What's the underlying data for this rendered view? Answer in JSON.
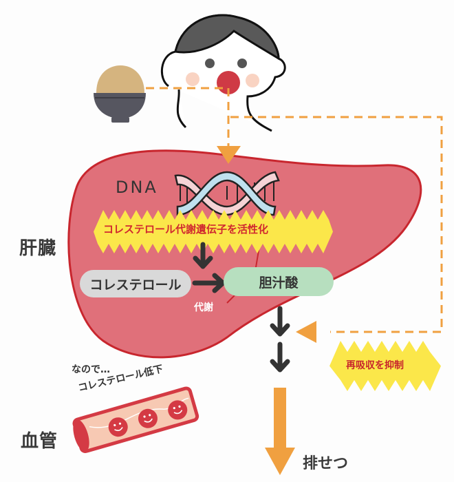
{
  "diagram": {
    "labels": {
      "liver": "肝臓",
      "blood_vessel": "血管",
      "dna": "DNA",
      "gene_activation": "コレステロール代謝遺伝子を活性化",
      "cholesterol": "コレステロール",
      "bile_acid": "胆汁酸",
      "metabolism": "代謝",
      "suppress_reabsorption": "再吸収を抑制",
      "therefore": "なので…",
      "cholesterol_lowered": "コレステロール低下",
      "excretion": "排せつ"
    },
    "icons": [
      "rice-bowl-icon",
      "child-face-icon",
      "dna-helix-icon",
      "blood-vessel-icon",
      "smiley-blood-cell-icon"
    ],
    "colors": {
      "liver": "#e0707a",
      "liver_outline": "#c8262e",
      "flow_orange": "#f0a040",
      "burst_yellow": "#fbe74a",
      "cholesterol_pill": "#d9d9d9",
      "bile_pill": "#b7dfbf",
      "dark_arrow": "#333333",
      "text_red": "#d0282f"
    }
  }
}
